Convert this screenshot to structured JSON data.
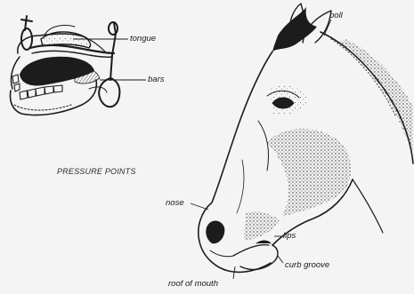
{
  "colors": {
    "ink": "#1c1c1c",
    "paper": "#f4f4f4",
    "shade": "#3a3a3a"
  },
  "mouth_diagram": {
    "labels": {
      "tongue": "tongue",
      "bars": "bars"
    },
    "caption": "PRESSURE POINTS"
  },
  "head_diagram": {
    "labels": {
      "poll": "poll",
      "nose": "nose",
      "lips": "lips",
      "curb_groove": "curb groove",
      "roof_of_mouth": "roof of mouth"
    }
  }
}
